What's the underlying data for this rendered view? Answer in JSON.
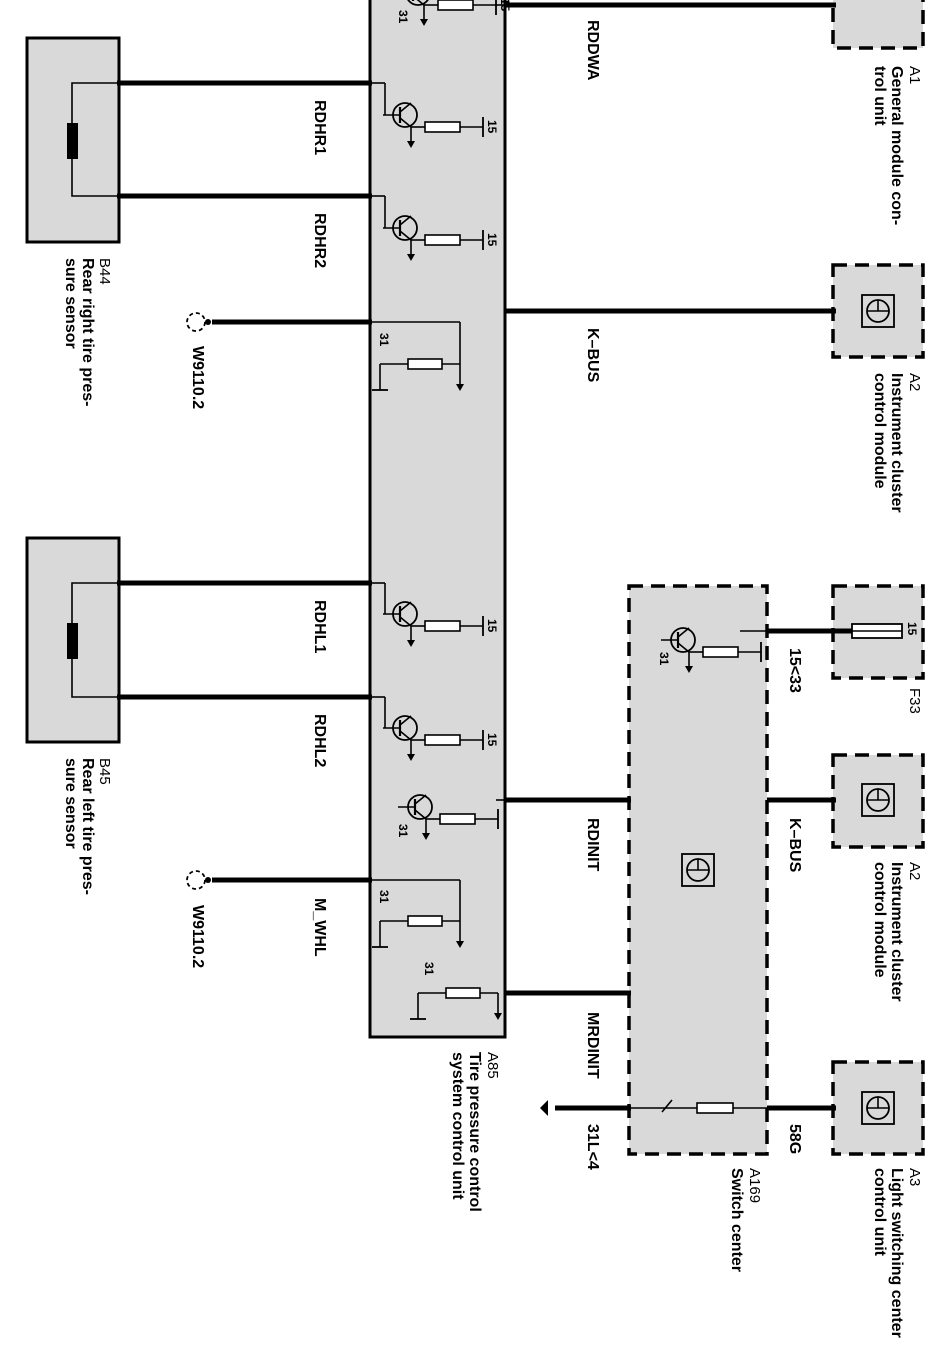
{
  "components": {
    "a1": {
      "id": "A1",
      "line1": "General module con-",
      "line2": "trol unit"
    },
    "a2_top": {
      "id": "A2",
      "line1": "Instrument cluster",
      "line2": "control module"
    },
    "a2_bottom": {
      "id": "A2",
      "line1": "Instrument cluster",
      "line2": "control module"
    },
    "a3": {
      "id": "A3",
      "line1": "Light switching center",
      "line2": "control unit"
    },
    "f33": {
      "id": "F33",
      "pin": "15"
    },
    "a169": {
      "id": "A169",
      "line1": "Switch center"
    },
    "a85": {
      "id": "A85",
      "line1": "Tire pressure control",
      "line2": "system  control unit"
    },
    "b44": {
      "id": "B44",
      "line1": "Rear right tire pres-",
      "line2": "sure sensor"
    },
    "b45": {
      "id": "B45",
      "line1": "Rear left tire pres-",
      "line2": "sure sensor"
    }
  },
  "wires": {
    "rddwa": "RDDWA",
    "rdhr1": "RDHR1",
    "rdhr2": "RDHR2",
    "kbus_top": "K–BUS",
    "rdhl1": "RDHL1",
    "rdhl2": "RDHL2",
    "rdinit": "RDINIT",
    "m_whl": "M_WHL",
    "mrdinit": "MRDINIT",
    "s15_33": "15<33",
    "kbus_bottom": "K–BUS",
    "s58g": "58G",
    "s31l4": "31L<4"
  },
  "grounds": {
    "w9110_top": "W9110.2",
    "w9110_bottom": "W9110.2"
  },
  "pins": {
    "p15": "15",
    "p31": "31"
  }
}
